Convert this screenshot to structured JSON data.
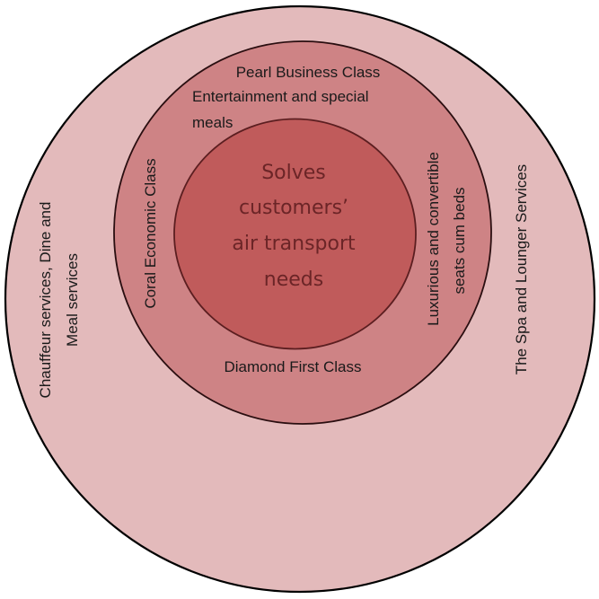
{
  "diagram": {
    "type": "concentric-circles",
    "colors": {
      "outer_fill": "#e3babb",
      "middle_fill": "#ce8385",
      "inner_fill": "#c05b5b",
      "outer_stroke": "#000000",
      "middle_stroke": "#2a0e10",
      "inner_stroke": "#5b1e20",
      "center_text": "#6b2527",
      "label_text": "#1a1a1a"
    },
    "core": {
      "lines": [
        "Solves",
        "customers’",
        "air transport",
        "needs"
      ]
    },
    "middle_ring": {
      "top_title": "Pearl Business Class",
      "top_lines": [
        "Entertainment and special",
        "meals"
      ],
      "left": "Coral Economic Class",
      "right_lines": [
        "Luxurious and convertible",
        "seats cum beds"
      ],
      "bottom": "Diamond First Class"
    },
    "outer_ring": {
      "left_lines": [
        "Chauffeur services, Dine and",
        "Meal services"
      ],
      "right": "The Spa and Lounger Services"
    }
  }
}
